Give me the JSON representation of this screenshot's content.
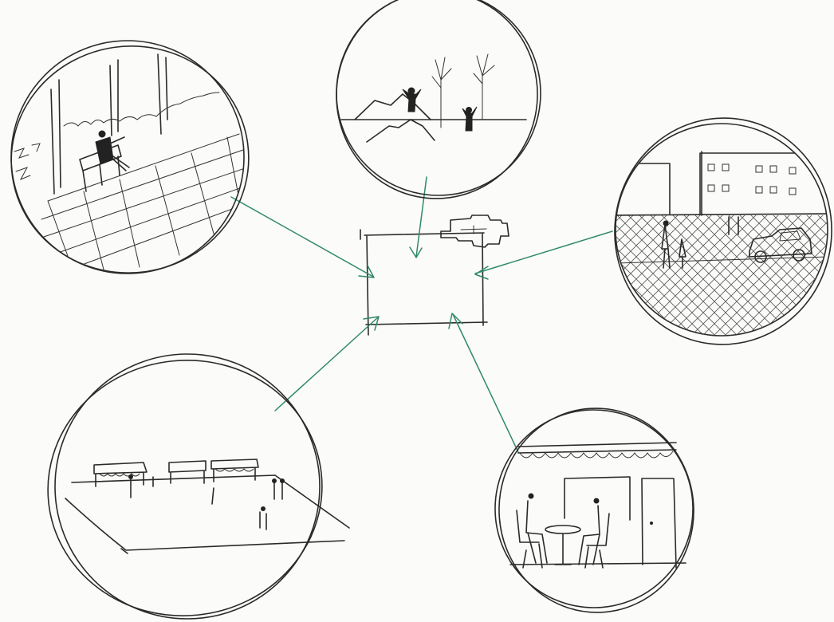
{
  "diagram": {
    "center_node": {
      "name": "central-site-plan",
      "icon": "church-plan-icon"
    },
    "scenes": [
      {
        "id": "park-bench",
        "icon": "person-on-bench-icon"
      },
      {
        "id": "hills-celebration",
        "icon": "people-cheering-icon"
      },
      {
        "id": "street-parking",
        "icon": "parked-car-icon"
      },
      {
        "id": "market-square",
        "icon": "market-stalls-icon"
      },
      {
        "id": "cafe-terrace",
        "icon": "cafe-table-icon"
      }
    ],
    "colors": {
      "ink": "#2a2a2a",
      "arrow": "#2f8a68",
      "paper": "#fbfbf9"
    }
  }
}
